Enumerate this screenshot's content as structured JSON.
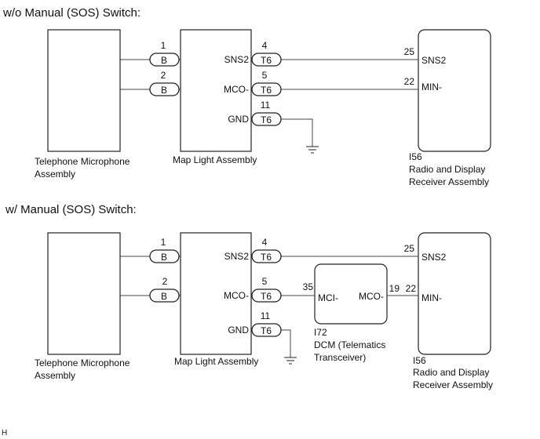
{
  "top": {
    "title": "w/o Manual (SOS) Switch:",
    "mic_label": [
      "Telephone Microphone",
      "Assembly"
    ],
    "maplight_label": "Map Light Assembly",
    "radio_code": "I56",
    "radio_label": [
      "Radio and Display",
      "Receiver Assembly"
    ],
    "pins_left": [
      "1",
      "2"
    ],
    "conn_left": [
      "B",
      "B"
    ],
    "maplight_terms": [
      "SNS2",
      "MCO-",
      "GND"
    ],
    "pins_right": [
      "4",
      "5",
      "11"
    ],
    "conn_right": [
      "T6",
      "T6",
      "T6"
    ],
    "radio_pins": [
      "25",
      "22"
    ],
    "radio_terms": [
      "SNS2",
      "MIN-"
    ]
  },
  "bottom": {
    "title": "w/ Manual (SOS) Switch:",
    "mic_label": [
      "Telephone Microphone",
      "Assembly"
    ],
    "maplight_label": "Map Light Assembly",
    "radio_code": "I56",
    "radio_label": [
      "Radio and Display",
      "Receiver Assembly"
    ],
    "pins_left": [
      "1",
      "2"
    ],
    "conn_left": [
      "B",
      "B"
    ],
    "maplight_terms": [
      "SNS2",
      "MCO-",
      "GND"
    ],
    "pins_right": [
      "4",
      "5",
      "11"
    ],
    "conn_right": [
      "T6",
      "T6",
      "T6"
    ],
    "radio_pins": [
      "25",
      "22"
    ],
    "radio_terms": [
      "SNS2",
      "MIN-"
    ],
    "dcm_code": "I72",
    "dcm_label": [
      "DCM (Telematics",
      "Transceiver)"
    ],
    "dcm_pins": [
      "35",
      "19"
    ],
    "dcm_terms": [
      "MCI-",
      "MCO-"
    ]
  },
  "footer": {
    "mark": "H"
  }
}
